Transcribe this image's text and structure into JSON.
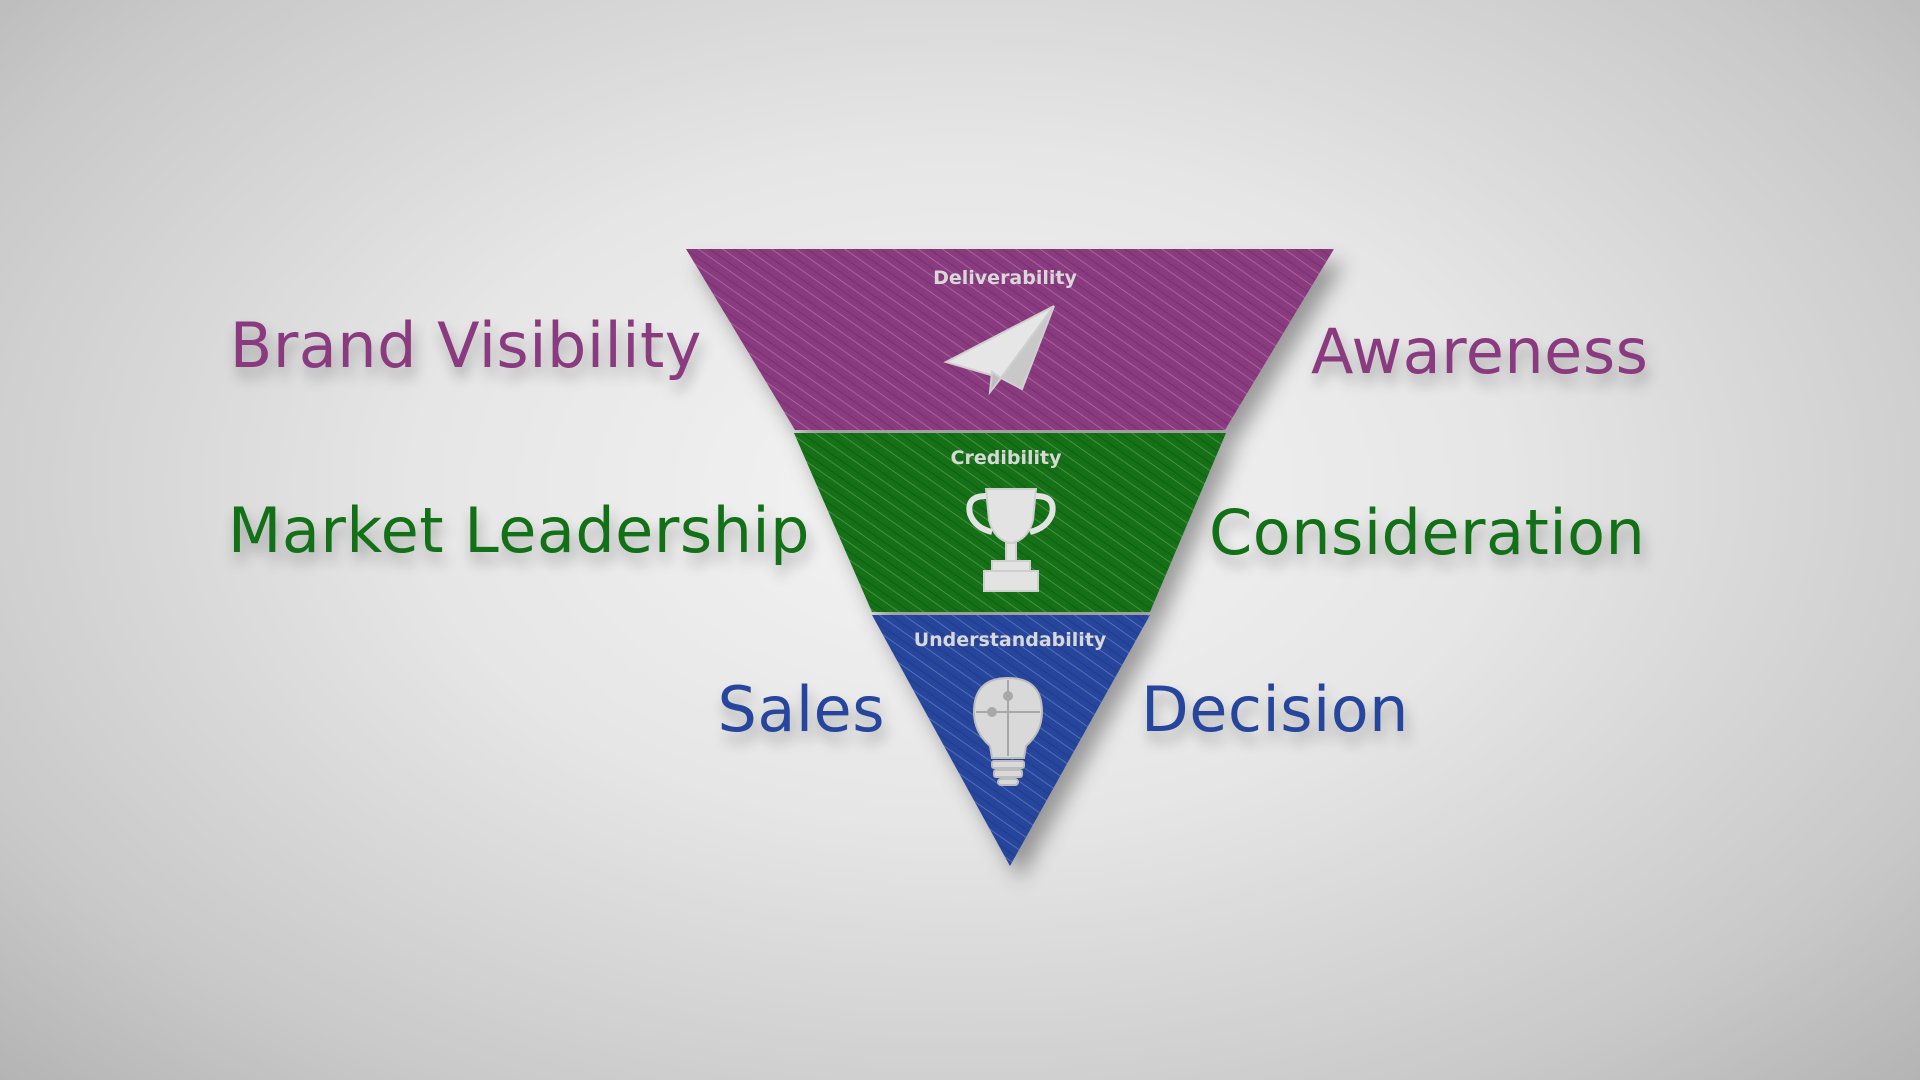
{
  "colors": {
    "top": "#8a3a7f",
    "middle": "#127016",
    "bottom": "#26459d"
  },
  "tiers": [
    {
      "title": "Deliverability",
      "icon": "paper-plane-icon",
      "left_label": "Brand Visibility",
      "right_label": "Awareness"
    },
    {
      "title": "Credibility",
      "icon": "trophy-icon",
      "left_label": "Market Leadership",
      "right_label": "Consideration"
    },
    {
      "title": "Understandability",
      "icon": "lightbulb-puzzle-icon",
      "left_label": "Sales",
      "right_label": "Decision"
    }
  ]
}
